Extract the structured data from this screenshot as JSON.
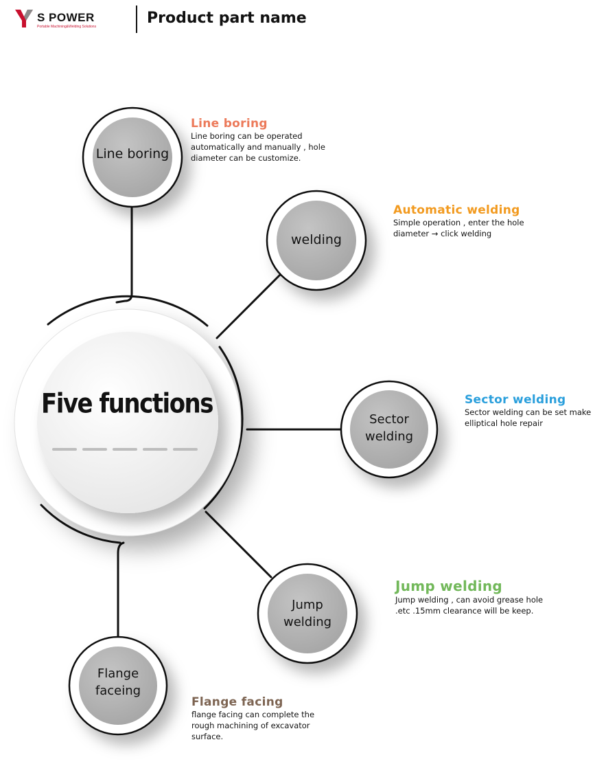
{
  "header": {
    "logo_text": "S POWER",
    "logo_sub": "Portable Machining&Welding Solutions",
    "title": "Product part name"
  },
  "colors": {
    "line_boring": "#ec7a5a",
    "automatic_welding": "#f29a1f",
    "sector_welding": "#2a9fdc",
    "jump_welding": "#72b85a",
    "flange_facing": "#7d6452",
    "node_fill": "#b3b3b3",
    "hub_fill": "#f2f2f2",
    "logo_red": "#c8102e"
  },
  "hub": {
    "title": "Five functions"
  },
  "nodes": [
    {
      "key": "line_boring",
      "label": "Line boring",
      "title": "Line boring",
      "description": "Line boring can be operated automatically and manually , hole diameter can be customize."
    },
    {
      "key": "automatic_welding",
      "label": "welding",
      "title": "Automatic welding",
      "description": "Simple operation , enter the hole diameter → click welding"
    },
    {
      "key": "sector_welding",
      "label": "Sector welding",
      "title": "Sector welding",
      "description": "Sector welding can be set make elliptical hole repair"
    },
    {
      "key": "jump_welding",
      "label": "Jump welding",
      "title": "Jump welding",
      "description": "Jump welding , can avoid grease hole .etc  .15mm clearance will be keep."
    },
    {
      "key": "flange_facing",
      "label": "Flange faceing",
      "title": "Flange facing",
      "description": "flange facing can complete the rough machining of excavator surface."
    }
  ]
}
